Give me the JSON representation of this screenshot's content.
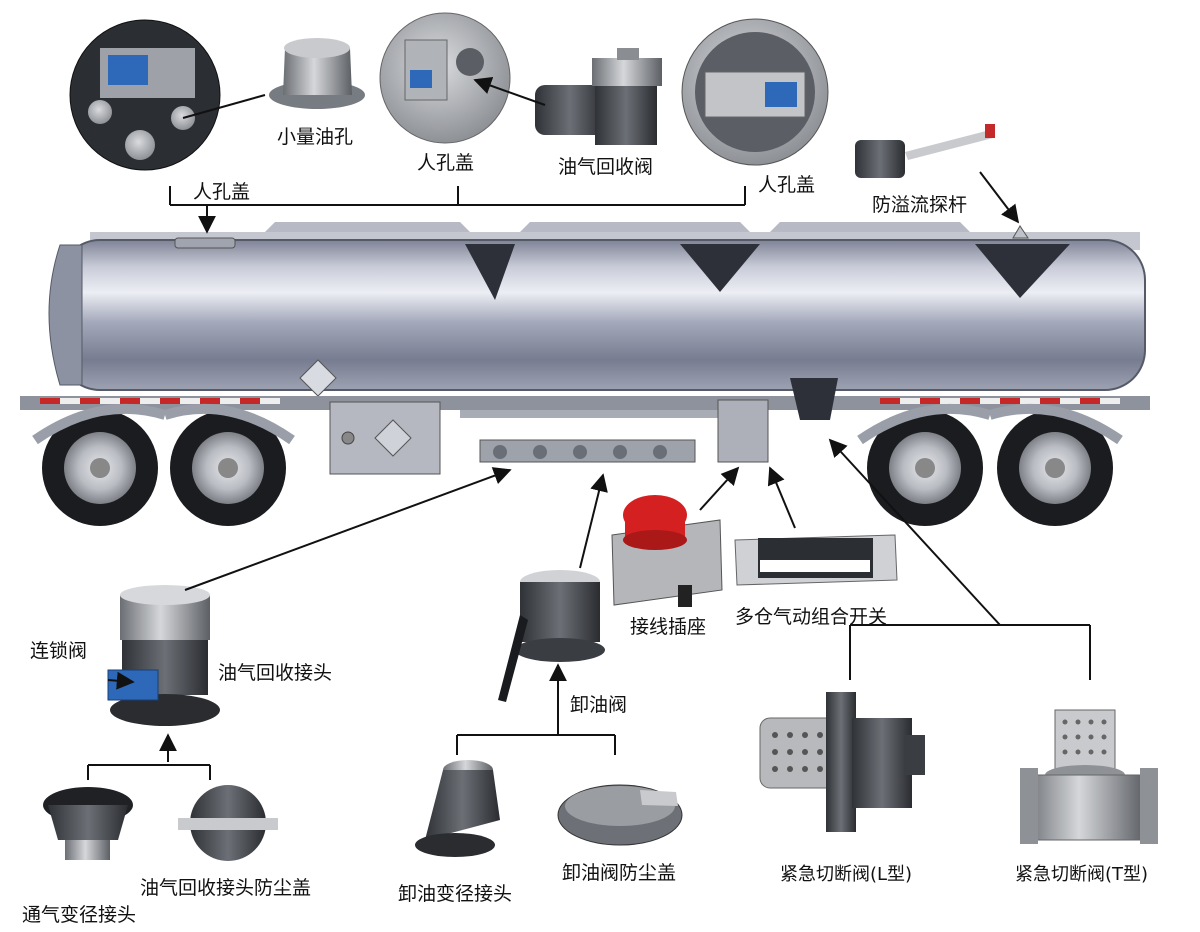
{
  "labels": {
    "small_oil_port": "小量油孔",
    "manhole_cover_1": "人孔盖",
    "manhole_cover_2": "人孔盖",
    "vapor_recovery_valve": "油气回收阀",
    "manhole_cover_3": "人孔盖",
    "overfill_probe": "防溢流探杆",
    "interlock_valve": "连锁阀",
    "vapor_recovery_coupler": "油气回收接头",
    "vent_reducer": "通气变径接头",
    "vapor_coupler_dust_cap": "油气回收接头防尘盖",
    "unloading_valve": "卸油阀",
    "unloading_reducer": "卸油变径接头",
    "unloading_valve_dust_cap": "卸油阀防尘盖",
    "wiring_socket": "接线插座",
    "pneumatic_switch": "多仓气动组合开关",
    "emergency_valve_l": "紧急切断阀(L型)",
    "emergency_valve_t": "紧急切断阀(T型)"
  },
  "colors": {
    "tank_body": "#9aa0b4",
    "tank_highlight": "#e4e6ee",
    "metal": "#a8a8a8",
    "dark_metal": "#4a4d52",
    "red_cap": "#d42020",
    "blue_switch": "#2e68b8",
    "line": "#111111"
  }
}
